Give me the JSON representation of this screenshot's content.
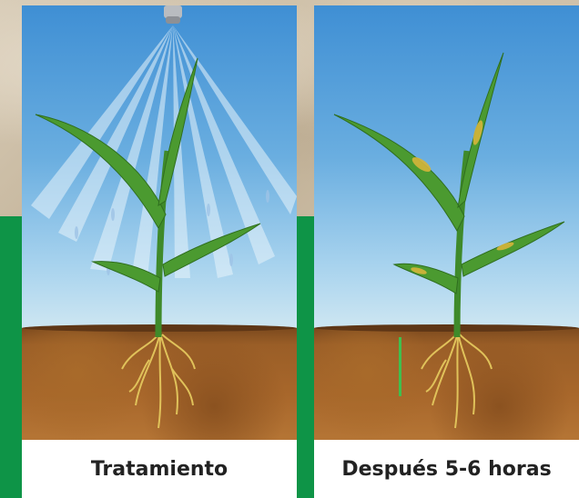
{
  "captions": {
    "left": "Tratamiento",
    "right": "Después 5-6 horas"
  },
  "icons": [
    "spray-nozzle-icon",
    "plant-illustration",
    "soil-illustration"
  ],
  "colors": {
    "sky_top": "#3f8fd4",
    "sky_bottom": "#cfe7f2",
    "soil": "#9a5e27",
    "band_green": "#0e9447",
    "leaf_green": "#3f8a2a",
    "leaf_yellow": "#d6b53a"
  }
}
